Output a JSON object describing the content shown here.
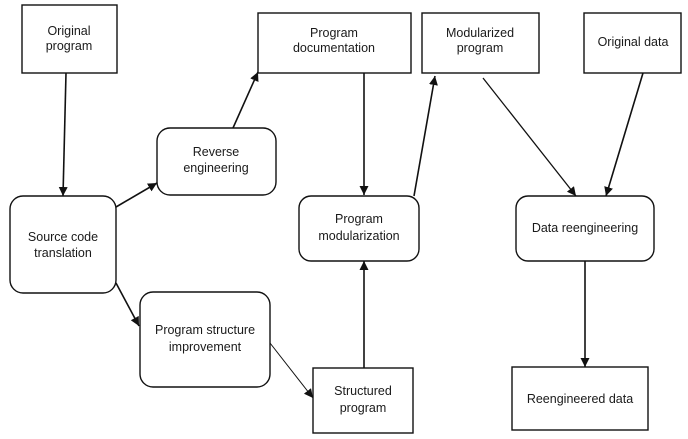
{
  "diagram": {
    "nodes": {
      "original_program": [
        "Original",
        "program"
      ],
      "program_documentation": [
        "Program",
        "documentation"
      ],
      "modularized_program": [
        "Modularized",
        "program"
      ],
      "original_data": [
        "Original data"
      ],
      "reverse_engineering": [
        "Reverse",
        "engineering"
      ],
      "source_code_translation": [
        "Source code",
        "translation"
      ],
      "program_modularization": [
        "Program",
        "modularization"
      ],
      "data_reengineering": [
        "Data reengineering"
      ],
      "program_structure_improvement": [
        "Program structure",
        "improvement"
      ],
      "structured_program": [
        "Structured",
        "program"
      ],
      "reengineered_data": [
        "Reengineered data"
      ]
    },
    "edges": [
      {
        "from": "original_program",
        "to": "source_code_translation"
      },
      {
        "from": "source_code_translation",
        "to": "reverse_engineering"
      },
      {
        "from": "reverse_engineering",
        "to": "program_documentation"
      },
      {
        "from": "program_documentation",
        "to": "program_modularization"
      },
      {
        "from": "source_code_translation",
        "to": "program_structure_improvement"
      },
      {
        "from": "program_structure_improvement",
        "to": "structured_program"
      },
      {
        "from": "structured_program",
        "to": "program_modularization"
      },
      {
        "from": "program_modularization",
        "to": "modularized_program"
      },
      {
        "from": "modularized_program",
        "to": "data_reengineering"
      },
      {
        "from": "original_data",
        "to": "data_reengineering"
      },
      {
        "from": "data_reengineering",
        "to": "reengineered_data"
      }
    ]
  }
}
